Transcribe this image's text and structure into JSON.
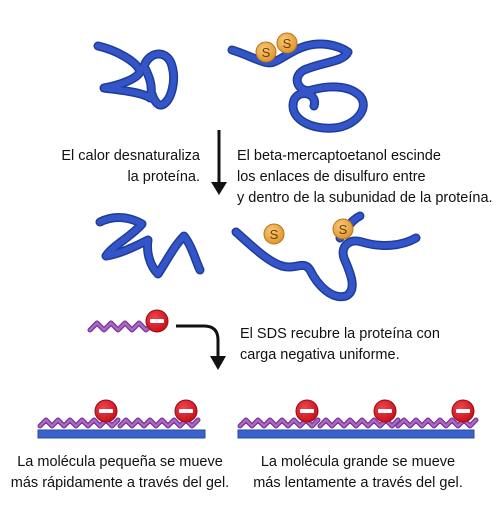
{
  "colors": {
    "protein_blue": "#3355c8",
    "protein_stroke": "#1f3c9a",
    "sulfur_orange": "#f2a844",
    "sds_purple": "#9b4fb6",
    "charge_red": "#e0202a",
    "arrow": "#111111",
    "gel_bar": "#3a63c9"
  },
  "sulfur_label": "S",
  "step1": {
    "left_text": [
      "El calor desnaturaliza",
      "la proteína."
    ],
    "right_text": [
      "El beta-mercaptoetanol escinde",
      "los enlaces de disulfuro entre",
      "y dentro de la subunidad de la proteína."
    ]
  },
  "step2": {
    "text": [
      "El SDS recubre la proteína con",
      "carga negativa uniforme."
    ]
  },
  "bottom": {
    "small_caption": [
      "La molécula pequeña se mueve",
      "más rápidamente a través del gel."
    ],
    "large_caption": [
      "La molécula grande se mueve",
      "más lentamente a través del gel."
    ]
  }
}
